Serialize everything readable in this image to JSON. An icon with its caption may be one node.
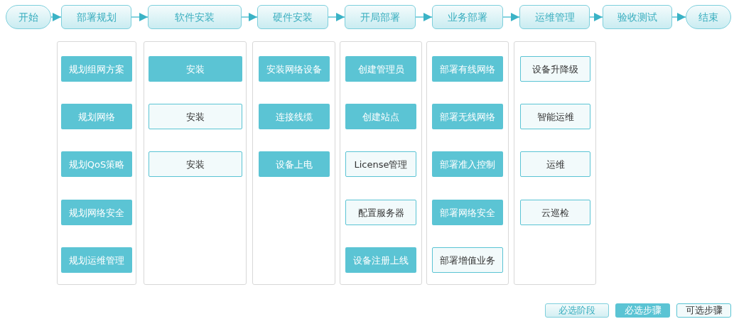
{
  "diagram": {
    "nodes": [
      {
        "text": [
          "开始"
        ]
      },
      {
        "text": [
          "部署规划"
        ]
      },
      {
        "text": [
          "软件安装"
        ]
      },
      {
        "text": [
          "硬件安装"
        ]
      },
      {
        "text": [
          "开局部署"
        ]
      },
      {
        "text": [
          "业务部署"
        ]
      },
      {
        "text": [
          "运维管理"
        ]
      },
      {
        "text": [
          "验收测试"
        ]
      },
      {
        "text": [
          "结束"
        ]
      },
      {
        "text": [],
        "shape": "box"
      },
      {
        "text": [
          "规划组网方案"
        ],
        "in": 9
      },
      {
        "text": [
          "规划网络"
        ],
        "in": 9
      },
      {
        "text": [
          "规划QoS策略"
        ],
        "in": 9
      },
      {
        "text": [
          "规划网络安全"
        ],
        "in": 9
      },
      {
        "text": [
          "规划运维管理"
        ],
        "in": 9
      },
      {
        "text": [],
        "shape": "box"
      },
      {
        "text": [
          "安装"
        ],
        "in": 15
      },
      {
        "text": [
          "安装"
        ],
        "in": 15
      },
      {
        "text": [
          "安装"
        ],
        "in": 15
      },
      {
        "text": [],
        "shape": "box"
      },
      {
        "text": [
          "安装网络设备"
        ],
        "in": 19
      },
      {
        "text": [
          "连接线缆"
        ],
        "in": 19
      },
      {
        "text": [
          "设备上电"
        ],
        "in": 19
      },
      {
        "text": [],
        "shape": "box"
      },
      {
        "text": [
          "创建管理员"
        ],
        "in": 23
      },
      {
        "text": [
          "创建站点"
        ],
        "in": 23
      },
      {
        "text": [
          "License管理"
        ],
        "in": 23
      },
      {
        "text": [
          "配置服务器"
        ],
        "in": 23
      },
      {
        "text": [
          "设备注册上线"
        ],
        "in": 23
      },
      {
        "text": [],
        "shape": "box"
      },
      {
        "text": [
          "部署有线网络"
        ],
        "in": 29
      },
      {
        "text": [
          "部署无线网络"
        ],
        "in": 29
      },
      {
        "text": [
          "部署准入控制"
        ],
        "in": 29
      },
      {
        "text": [
          "部署网络安全"
        ],
        "in": 29
      },
      {
        "text": [
          "部署增值业务"
        ],
        "in": 29
      },
      {
        "text": [],
        "shape": "box"
      },
      {
        "text": [
          "设备升降级"
        ],
        "in": 35
      },
      {
        "text": [
          "智能运维"
        ],
        "in": 35
      },
      {
        "text": [
          "运维"
        ],
        "in": 35
      },
      {
        "text": [
          "云巡检"
        ],
        "in": 35
      }
    ],
    "edges": [
      {
        "from": 0,
        "to": 1,
        "arrow": "to"
      },
      {
        "from": 1,
        "to": 2,
        "arrow": "to"
      },
      {
        "from": 2,
        "to": 3,
        "arrow": "to"
      },
      {
        "from": 3,
        "to": 4,
        "arrow": "to"
      },
      {
        "from": 4,
        "to": 5,
        "arrow": "to"
      },
      {
        "from": 5,
        "to": 6,
        "arrow": "to"
      },
      {
        "from": 6,
        "to": 7,
        "arrow": "to"
      },
      {
        "from": 7,
        "to": 8,
        "arrow": "to"
      }
    ],
    "legend": [
      {
        "text": "必选阶段",
        "color": "#d3eff3"
      },
      {
        "text": "必选步骤",
        "color": "#5bc4d4"
      },
      {
        "text": "可选步骤",
        "color": "#f2fafb"
      }
    ]
  }
}
